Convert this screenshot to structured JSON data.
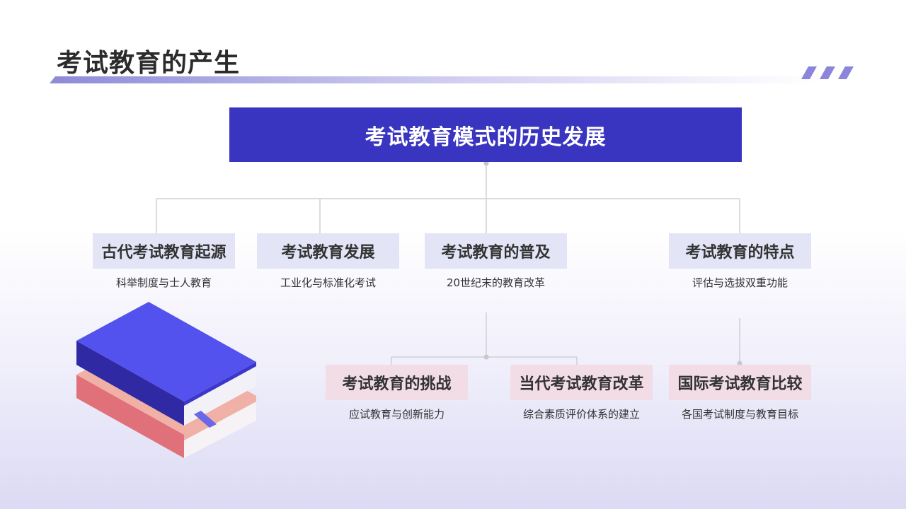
{
  "header": {
    "title": "考试教育的产生"
  },
  "diagram": {
    "root": "考试教育模式的历史发展",
    "top_nodes": [
      {
        "title": "古代考试教育起源",
        "subtitle": "科举制度与士人教育"
      },
      {
        "title": "考试教育发展",
        "subtitle": "工业化与标准化考试"
      },
      {
        "title": "考试教育的普及",
        "subtitle": "20世纪末的教育改革"
      },
      {
        "title": "考试教育的特点",
        "subtitle": "评估与选拔双重功能"
      }
    ],
    "bottom_nodes": [
      {
        "title": "考试教育的挑战",
        "subtitle": "应试教育与创新能力"
      },
      {
        "title": "当代考试教育改革",
        "subtitle": "综合素质评价体系的建立"
      },
      {
        "title": "国际考试教育比较",
        "subtitle": "各国考试制度与教育目标"
      }
    ]
  },
  "colors": {
    "root_fill": "#3a35c0",
    "top_node_fill": "#e3e4f6",
    "bottom_node_fill": "#f2dde6",
    "connector": "#cfcfd6"
  }
}
